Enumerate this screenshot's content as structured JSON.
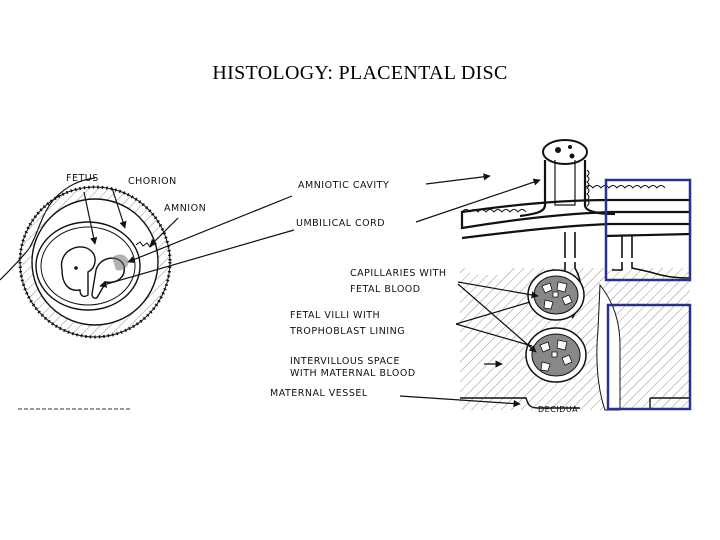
{
  "title": "HISTOLOGY:  PLACENTAL DISC",
  "labels": {
    "fetus": "FETUS",
    "chorion": "CHORION",
    "amnion": "AMNION",
    "amniotic_cavity": "AMNIOTIC CAVITY",
    "umbilical_cord": "UMBILICAL CORD",
    "capillaries_l1": "CAPILLARIES WITH",
    "capillaries_l2": "FETAL BLOOD",
    "villi_l1": "FETAL VILLI WITH",
    "villi_l2": "TROPHOBLAST LINING",
    "intervillous_l1": "INTERVILLOUS SPACE",
    "intervillous_l2": "WITH MATERNAL BLOOD",
    "maternal_vessel": "MATERNAL VESSEL",
    "decidua": "DECIDUA"
  },
  "colors": {
    "highlight_box": "#2b2f8f",
    "ink": "#111111"
  }
}
